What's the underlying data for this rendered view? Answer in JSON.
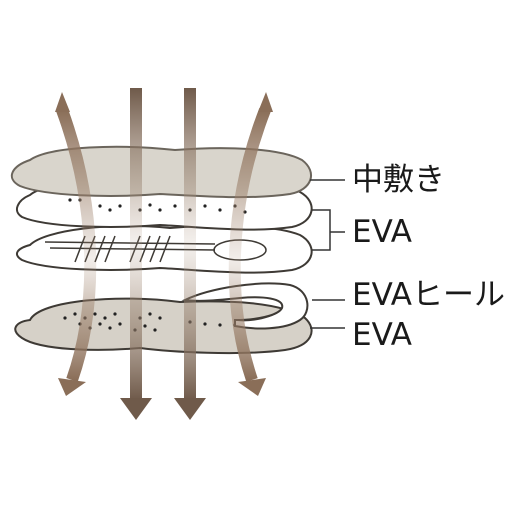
{
  "labels": {
    "top_layer": "中敷き",
    "eva_upper": "EVA",
    "eva_heel": "EVAヒール",
    "eva_bottom": "EVA"
  },
  "colors": {
    "top_layer_fill": "#d9d5cc",
    "top_layer_stroke": "#6b655c",
    "eva_fill": "#ffffff",
    "eva_stroke": "#3e3a35",
    "bottom_fill": "#d6d1c8",
    "perforation": "#222222",
    "arrow_dark": "#7a6250",
    "arrow_light": "#b9a08a",
    "leader_line": "#333333",
    "label_text": "#1a1a1a"
  },
  "icons": [
    "arrow-down-icon",
    "air-flow-arrow-icon"
  ]
}
